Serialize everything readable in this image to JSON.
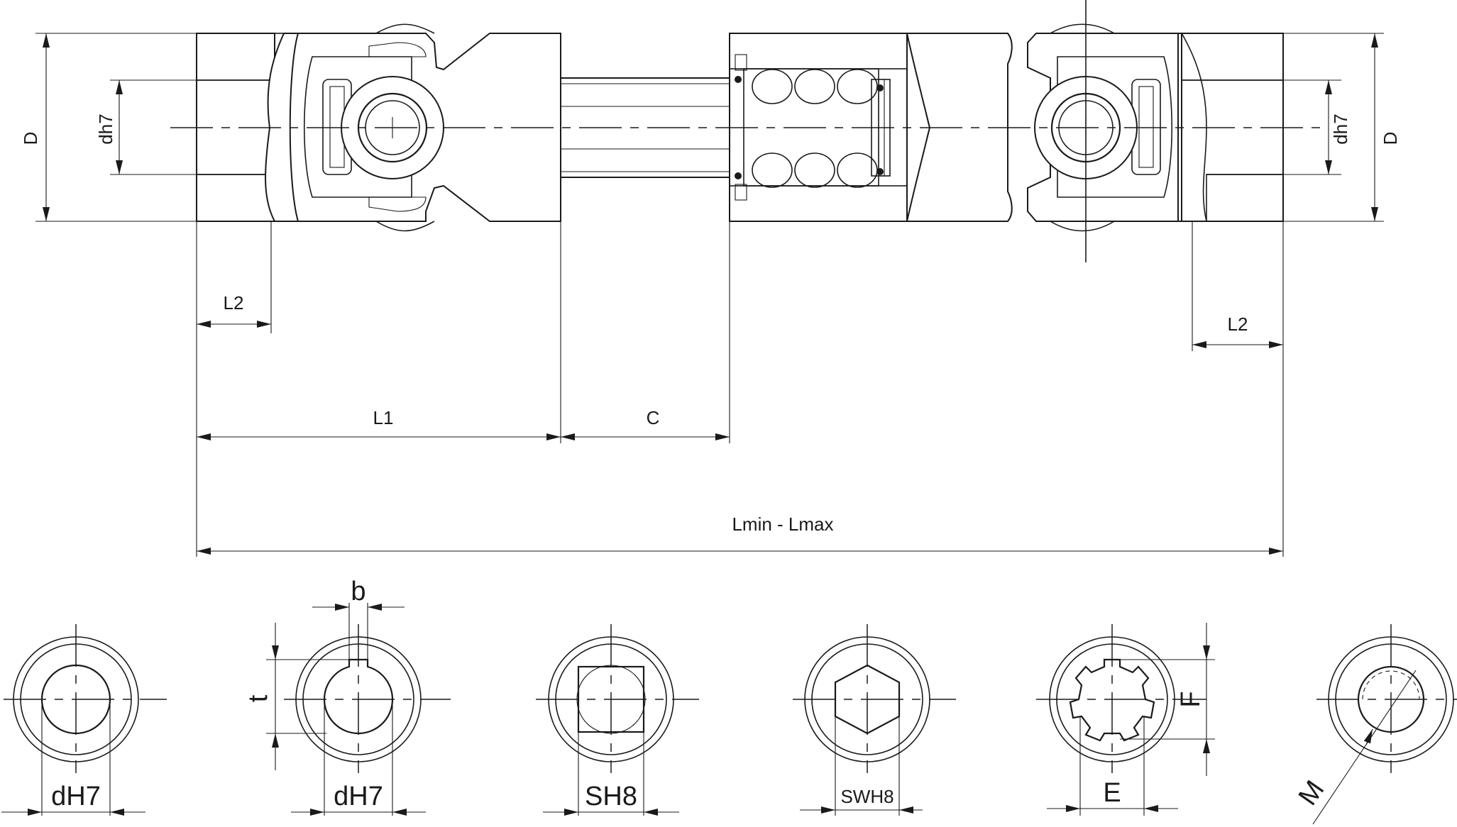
{
  "dimensions": {
    "D_left": "D",
    "dh7_left": "dh7",
    "dh7_right": "dh7",
    "D_right": "D",
    "L2_left": "L2",
    "L2_right": "L2",
    "L1": "L1",
    "C": "C",
    "Lmin_Lmax": "Lmin - Lmax"
  },
  "bore_views": [
    {
      "id": "plain",
      "label": "dH7"
    },
    {
      "id": "keyway",
      "label": "dH7",
      "key_width": "b",
      "key_depth": "t"
    },
    {
      "id": "square",
      "label": "SH8"
    },
    {
      "id": "hexagon",
      "label": "SWH8"
    },
    {
      "id": "spline",
      "label": "E",
      "spline_outer": "F"
    },
    {
      "id": "thread",
      "label": "M"
    }
  ],
  "colors": {
    "line": "#1a1a1a",
    "background": "#ffffff"
  }
}
